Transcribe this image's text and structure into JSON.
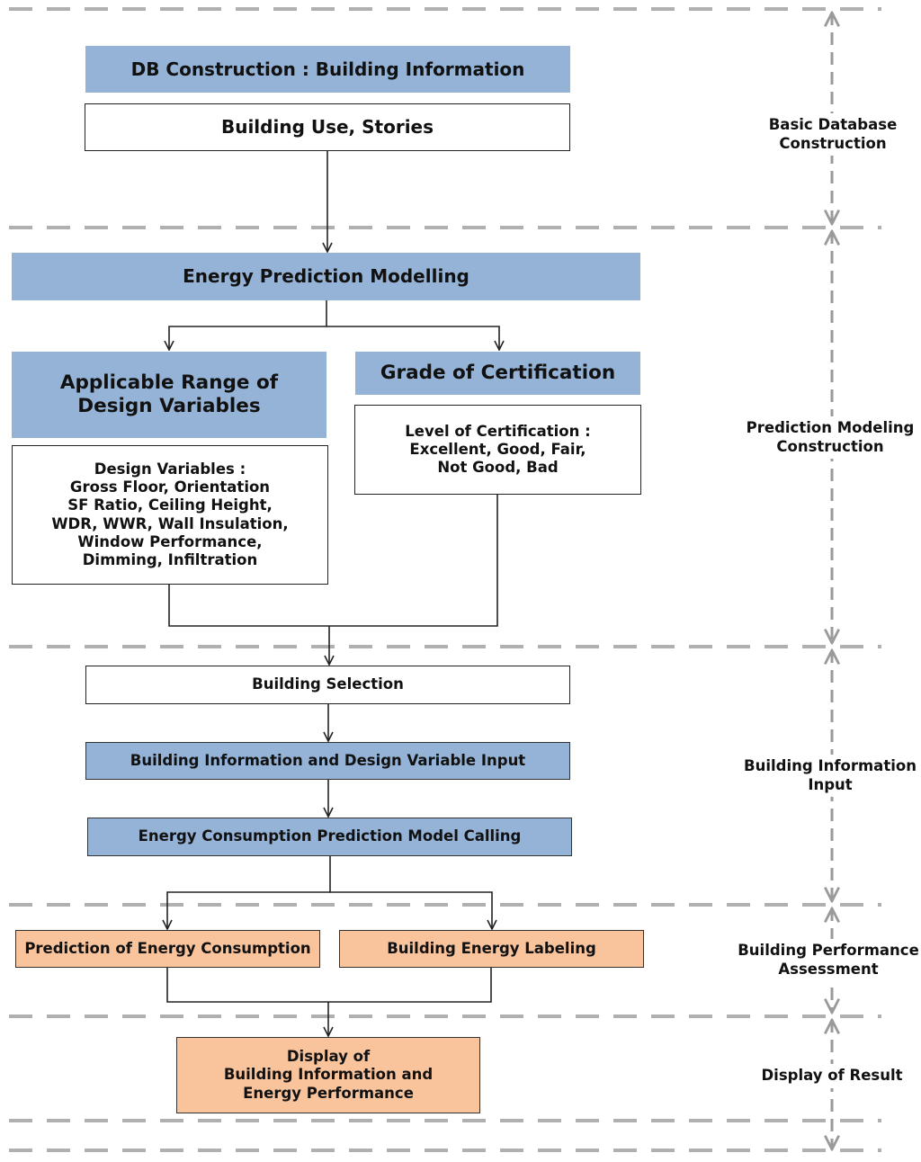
{
  "boxes": {
    "db_construction": "DB Construction : Building Information",
    "building_use": "Building Use, Stories",
    "energy_prediction_modelling": "Energy Prediction Modelling",
    "applicable_range": "Applicable Range of\nDesign Variables",
    "grade_of_certification": "Grade of Certification",
    "design_variables": "Design Variables :\nGross Floor, Orientation\nSF Ratio, Ceiling Height,\nWDR, WWR, Wall Insulation,\nWindow Performance,\nDimming, Infiltration",
    "level_of_certification": "Level of Certification :\nExcellent, Good, Fair,\nNot Good, Bad",
    "building_selection": "Building Selection",
    "building_info_input": "Building Information and Design Variable Input",
    "model_calling": "Energy Consumption Prediction Model Calling",
    "prediction_energy": "Prediction of Energy Consumption",
    "energy_labeling": "Building Energy Labeling",
    "display_result_box": "Display of\nBuilding Information and\nEnergy Performance"
  },
  "stages": {
    "basic_database": "Basic Database\nConstruction",
    "prediction_modeling": "Prediction Modeling\nConstruction",
    "building_info_input": "Building Information\nInput",
    "performance_assessment": "Building Performance\nAssessment",
    "display_of_result": "Display of Result"
  },
  "colors": {
    "header_blue": "#94b3d7",
    "result_orange": "#f9c39c",
    "dashed_gray": "#b0b0b0"
  }
}
